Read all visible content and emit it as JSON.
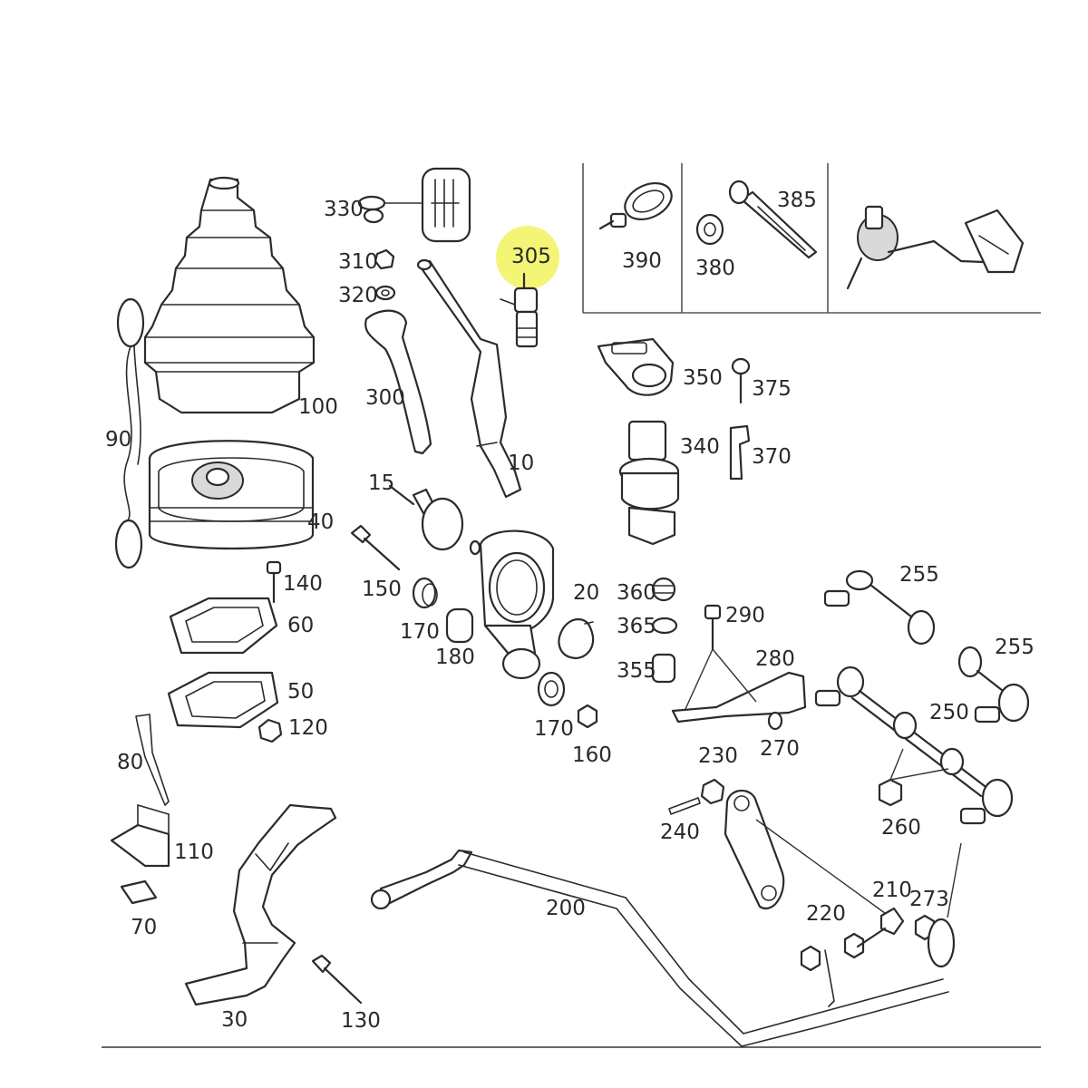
{
  "diagram": {
    "highlight_color": "#f2f25e",
    "labels": {
      "p330": "330",
      "p310": "310",
      "p320": "320",
      "p305": "305",
      "p390": "390",
      "p380": "380",
      "p385": "385",
      "p100": "100",
      "p90": "90",
      "p300": "300",
      "p10": "10",
      "p350": "350",
      "p375": "375",
      "p340": "340",
      "p370": "370",
      "p15": "15",
      "p40": "40",
      "p140": "140",
      "p150": "150",
      "p60": "60",
      "p170a": "170",
      "p180": "180",
      "p20": "20",
      "p360": "360",
      "p365": "365",
      "p355": "355",
      "p290": "290",
      "p255a": "255",
      "p255b": "255",
      "p280": "280",
      "p250": "250",
      "p50": "50",
      "p120": "120",
      "p170b": "170",
      "p160": "160",
      "p270": "270",
      "p230": "230",
      "p80": "80",
      "p260": "260",
      "p240": "240",
      "p110": "110",
      "p200": "200",
      "p210": "210",
      "p273": "273",
      "p220": "220",
      "p70": "70",
      "p30": "30",
      "p130": "130"
    }
  }
}
